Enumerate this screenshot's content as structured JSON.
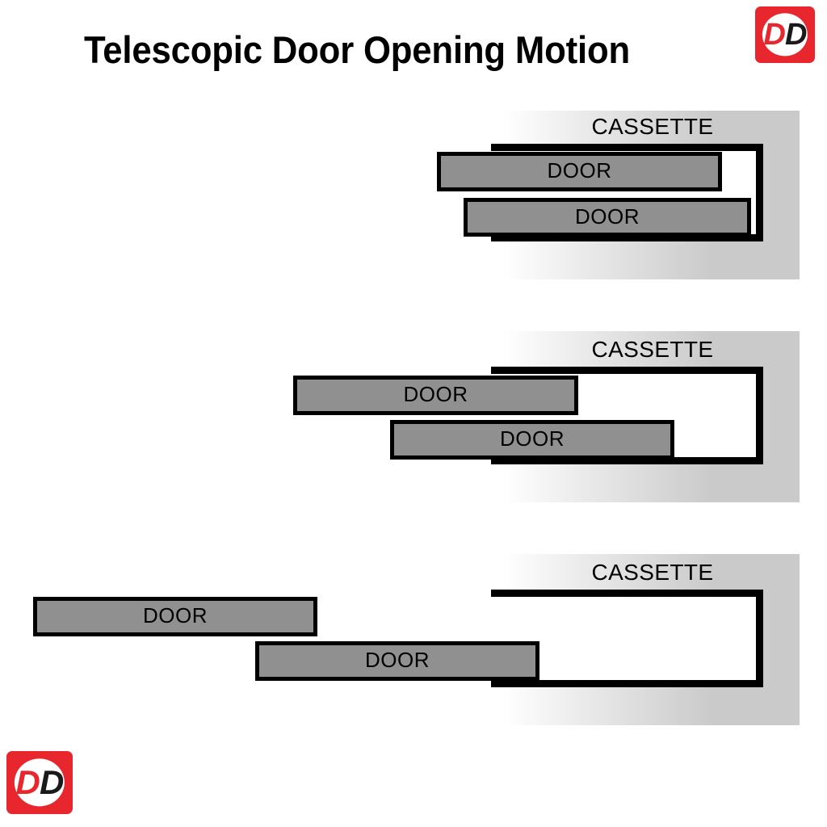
{
  "page": {
    "title": "Telescopic Door Opening Motion",
    "background_color": "#ffffff"
  },
  "logo": {
    "name": "DD",
    "first_letter": "D",
    "second_letter": "D",
    "red": "#e8262d",
    "black": "#1a1a1a",
    "white": "#ffffff"
  },
  "colors": {
    "door_fill": "#909090",
    "band_fill": "#cacaca",
    "outline": "#000000",
    "cassette_interior": "#ffffff"
  },
  "diagram": {
    "type": "telescopic-door-stages",
    "stage_count": 3,
    "panels": [
      {
        "id": "stage-1-closed",
        "cassette_label": "CASSETTE",
        "doors": [
          {
            "label": "DOOR",
            "position": "upper"
          },
          {
            "label": "DOOR",
            "position": "lower"
          }
        ]
      },
      {
        "id": "stage-2-partially-open",
        "cassette_label": "CASSETTE",
        "doors": [
          {
            "label": "DOOR",
            "position": "upper"
          },
          {
            "label": "DOOR",
            "position": "lower"
          }
        ]
      },
      {
        "id": "stage-3-fully-open",
        "cassette_label": "CASSETTE",
        "doors": [
          {
            "label": "DOOR",
            "position": "upper"
          },
          {
            "label": "DOOR",
            "position": "lower"
          }
        ]
      }
    ]
  }
}
